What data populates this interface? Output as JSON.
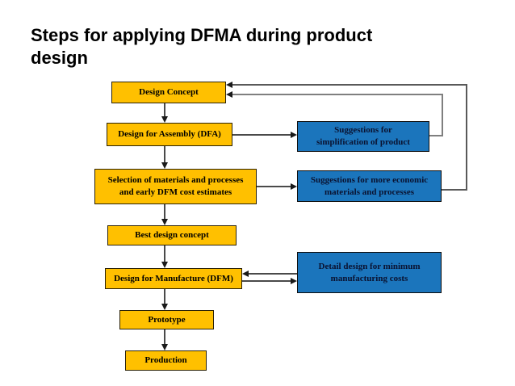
{
  "title": "Steps for applying DFMA during product design",
  "colors": {
    "process_box_fill": "#FFC000",
    "suggestion_box_fill": "#1B75BC",
    "suggestion_box_text": "#0A1230",
    "box_border": "#1a1a1a",
    "flow_line": "#4a4a4a",
    "feedback_loop_inner": "#7f7f7f",
    "feedback_loop_outer": "#595959",
    "title_color": "#000000",
    "background": "#ffffff"
  },
  "flowchart": {
    "main_steps": [
      {
        "id": "design-concept",
        "label": "Design Concept"
      },
      {
        "id": "dfa",
        "label": "Design for Assembly (DFA)"
      },
      {
        "id": "selection",
        "label": "Selection of materials and processes\nand early DFM cost estimates"
      },
      {
        "id": "best-design",
        "label": "Best design concept"
      },
      {
        "id": "dfm",
        "label": "Design for Manufacture (DFM)"
      },
      {
        "id": "prototype",
        "label": "Prototype"
      },
      {
        "id": "production",
        "label": "Production"
      }
    ],
    "side_boxes": [
      {
        "id": "suggestions-simplification",
        "label": "Suggestions for\nsimplification of product"
      },
      {
        "id": "suggestions-economic",
        "label": "Suggestions for more economic\nmaterials and processes"
      },
      {
        "id": "detail-design",
        "label": "Detail design for minimum\nmanufacturing costs"
      }
    ],
    "edges": [
      {
        "from": "design-concept",
        "to": "dfa",
        "type": "down-arrow"
      },
      {
        "from": "dfa",
        "to": "selection",
        "type": "down-arrow"
      },
      {
        "from": "selection",
        "to": "best-design",
        "type": "down-arrow"
      },
      {
        "from": "best-design",
        "to": "dfm",
        "type": "down-arrow"
      },
      {
        "from": "dfm",
        "to": "prototype",
        "type": "down-arrow"
      },
      {
        "from": "prototype",
        "to": "production",
        "type": "down-arrow"
      },
      {
        "from": "dfa",
        "to": "suggestions-simplification",
        "type": "right-arrow"
      },
      {
        "from": "selection",
        "to": "suggestions-economic",
        "type": "right-arrow"
      },
      {
        "from": "detail-design",
        "to": "dfm",
        "type": "left-arrow"
      },
      {
        "from": "dfm",
        "to": "detail-design",
        "type": "right-arrow"
      },
      {
        "from": "suggestions-simplification",
        "to": "design-concept",
        "type": "feedback-loop"
      },
      {
        "from": "suggestions-economic",
        "to": "design-concept",
        "type": "feedback-loop"
      }
    ]
  }
}
